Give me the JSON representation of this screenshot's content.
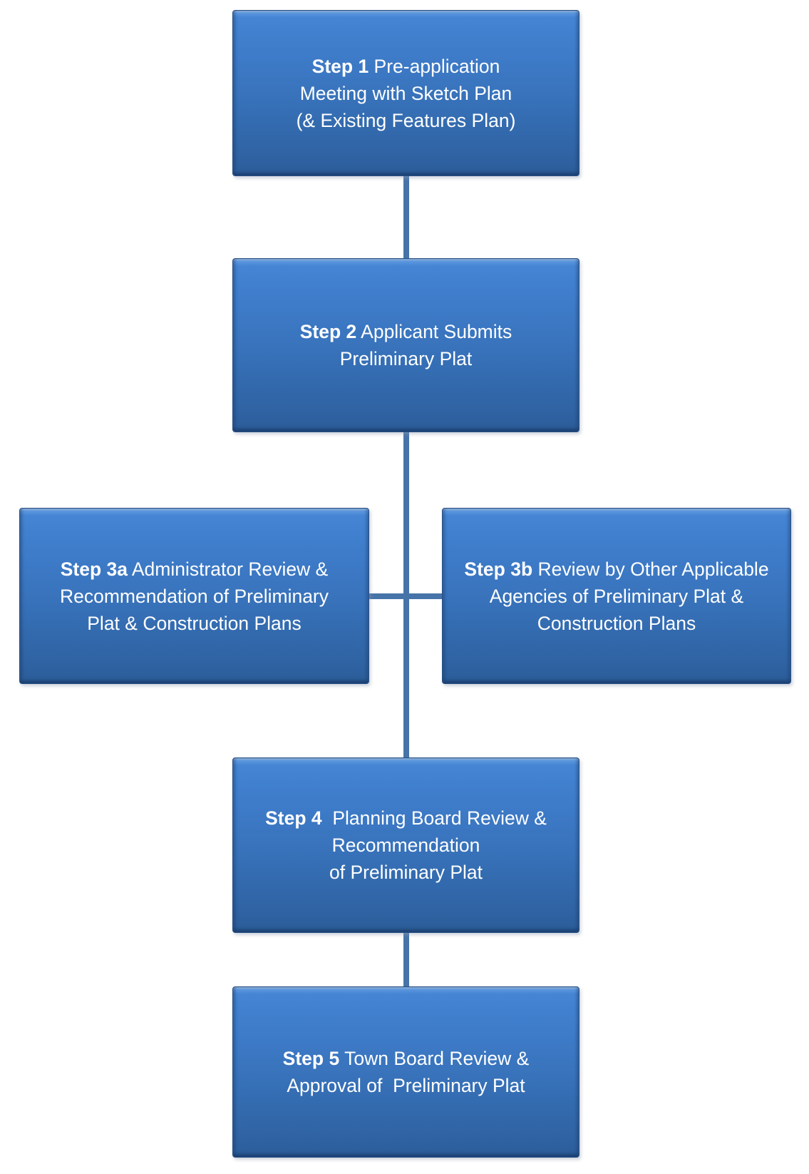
{
  "diagram": {
    "type": "flowchart",
    "theme": {
      "box_fill_top": "#4585d3",
      "box_fill_bottom": "#2c5e9b",
      "box_border": "#264f86",
      "connector_color": "#4674a9",
      "text_color": "#ffffff",
      "background": "#ffffff"
    },
    "steps": [
      {
        "id": "step-1",
        "label": "Step 1",
        "text": " Pre-application\nMeeting with Sketch Plan\n(& Existing Features Plan)"
      },
      {
        "id": "step-2",
        "label": "Step 2",
        "text": " Applicant Submits\nPreliminary Plat"
      },
      {
        "id": "step-3a",
        "label": "Step 3a",
        "text": " Administrator Review &\nRecommendation of Preliminary\nPlat & Construction Plans"
      },
      {
        "id": "step-3b",
        "label": "Step 3b",
        "text": " Review by Other Applicable\nAgencies of Preliminary Plat &\nConstruction Plans"
      },
      {
        "id": "step-4",
        "label": "Step 4",
        "text": "  Planning Board Review &\nRecommendation\nof Preliminary Plat"
      },
      {
        "id": "step-5",
        "label": "Step 5",
        "text": " Town Board Review &\nApproval of  Preliminary Plat"
      }
    ],
    "connections": [
      {
        "from": "step-1",
        "to": "step-2"
      },
      {
        "from": "step-2",
        "to": "step-4"
      },
      {
        "from": "step-3a",
        "to": "step-3b"
      },
      {
        "from": "step-4",
        "to": "step-5"
      }
    ]
  }
}
